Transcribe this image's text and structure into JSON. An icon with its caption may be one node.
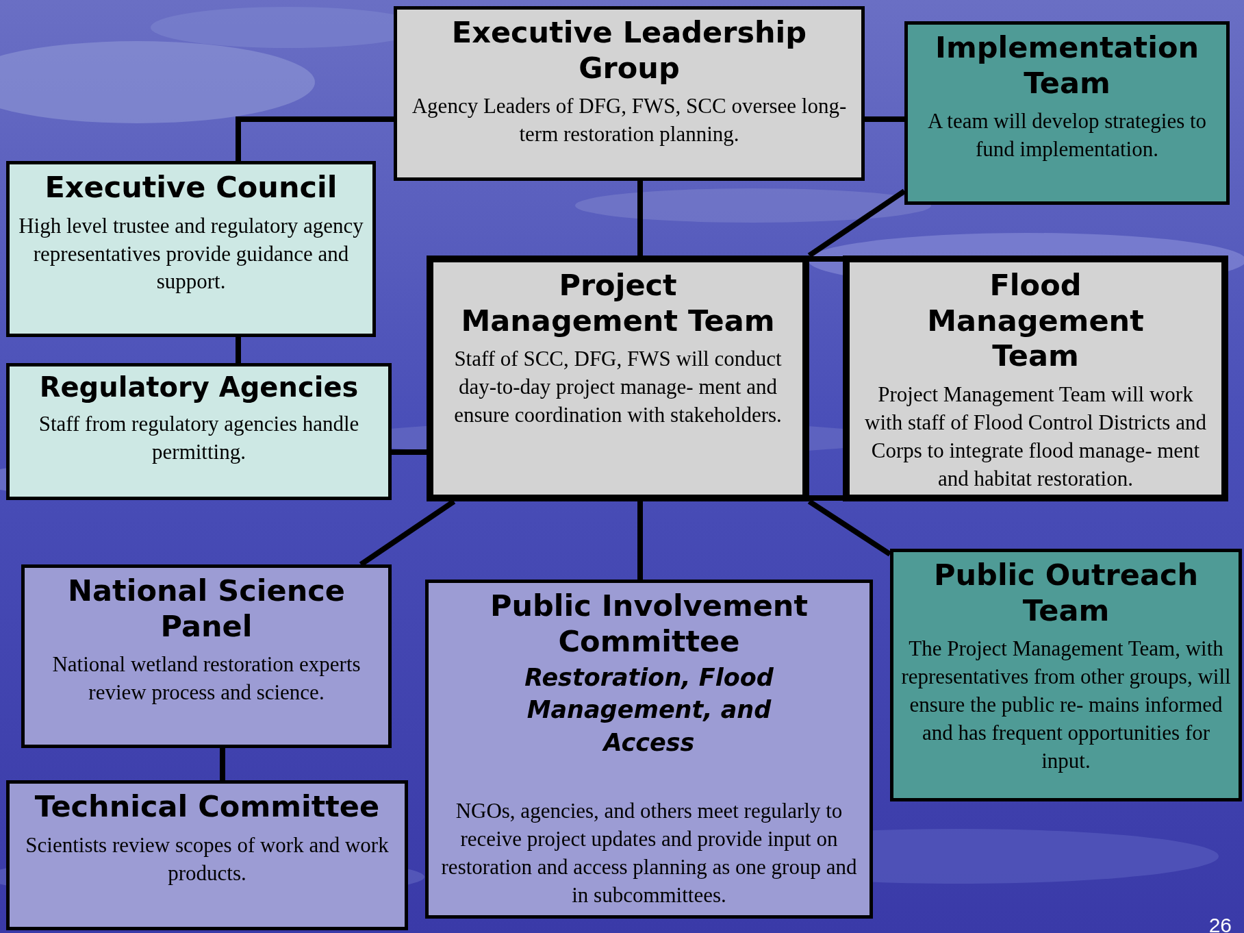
{
  "diagram": {
    "nodes": [
      {
        "text": [
          "Executive Leadership Group",
          "Agency Leaders of DFG, FWS, SCC oversee long-term restoration planning."
        ]
      },
      {
        "text": [
          "Implementation Team",
          "A team will develop strategies to fund implementation."
        ]
      },
      {
        "text": [
          "Executive Council",
          "High level trustee and regulatory agency representatives provide guidance and support."
        ]
      },
      {
        "text": [
          "Regulatory Agencies",
          "Staff from regulatory agencies handle permitting."
        ]
      },
      {
        "text": [
          "Project Management Team",
          "Staff of SCC, DFG, FWS will conduct day-to-day project manage- ment and ensure coordination with stakeholders."
        ]
      },
      {
        "text": [
          "Flood Management Team",
          "Project Management Team will work with staff of Flood Control Districts and Corps to integrate flood manage- ment and habitat restoration."
        ]
      },
      {
        "text": [
          "National Science Panel",
          "National wetland restoration experts review process and science."
        ]
      },
      {
        "text": [
          "Technical Committee",
          "Scientists review scopes of work and work products."
        ]
      },
      {
        "text": [
          "Public Involvement Committee",
          "Restoration, Flood Management, and Access",
          "NGOs, agencies, and others meet regularly to receive project updates and provide input on restoration and access planning as one group and in subcommittees."
        ]
      },
      {
        "text": [
          "Public Outreach Team",
          "The Project Management Team, with representatives from other groups, will ensure the public re- mains informed and has frequent opportunities for input."
        ]
      }
    ],
    "edges": [
      {
        "from": 0,
        "to": 2,
        "arrow": "none"
      },
      {
        "from": 0,
        "to": 1,
        "arrow": "none"
      },
      {
        "from": 0,
        "to": 4,
        "arrow": "none"
      },
      {
        "from": 4,
        "to": 1,
        "arrow": "none"
      },
      {
        "from": 2,
        "to": 3,
        "arrow": "none"
      },
      {
        "from": 3,
        "to": 4,
        "arrow": "none"
      },
      {
        "from": 4,
        "to": 6,
        "arrow": "none"
      },
      {
        "from": 4,
        "to": 8,
        "arrow": "none"
      },
      {
        "from": 4,
        "to": 9,
        "arrow": "none"
      },
      {
        "from": 6,
        "to": 7,
        "arrow": "none"
      },
      {
        "from": 4,
        "to": 5,
        "arrow": "none"
      }
    ],
    "labels": [
      "26"
    ]
  }
}
